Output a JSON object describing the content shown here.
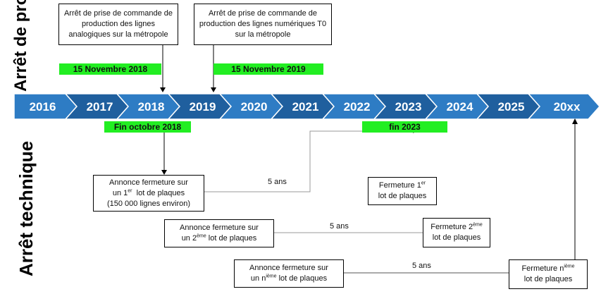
{
  "side_labels": {
    "production": "Arrêt de production",
    "technique": "Arrêt technique"
  },
  "timeline": {
    "years": [
      "2016",
      "2017",
      "2018",
      "2019",
      "2020",
      "2021",
      "2022",
      "2023",
      "2024",
      "2025",
      "20xx"
    ],
    "colors": {
      "dark": "#1f5f9e",
      "light": "#2e7cc4"
    }
  },
  "top_boxes": {
    "analog": "Arrêt de prise de commande de production des lignes analogiques sur la métropole",
    "numeric": "Arrêt de prise de commande de production des lignes  numériques T0 sur la métropole"
  },
  "green_bars": {
    "nov2018": "15 Novembre 2018",
    "nov2019": "15 Novembre 2019",
    "oct2018": "Fin octobre 2018",
    "fin2023": "fin 2023",
    "color": "#22ee22"
  },
  "boxes": {
    "announce1": {
      "l1": "Annonce fermeture sur",
      "l2a": "un 1",
      "sup": "er",
      "l2b": "  lot de plaques",
      "l3": "(150 000 lignes environ)"
    },
    "close1": {
      "l1a": "Fermeture 1",
      "sup": "er",
      "l2": "lot de plaques"
    },
    "announce2": {
      "l1": "Annonce fermeture sur",
      "l2a": "un 2",
      "sup": "ème",
      "l2b": " lot de plaques"
    },
    "close2": {
      "l1a": "Fermeture 2",
      "sup": "ème",
      "l2": "lot de plaques"
    },
    "announceN": {
      "l1": "Annonce fermeture sur",
      "l2a": "un n",
      "sup": "ième",
      "l2b": " lot de plaques"
    },
    "closeN": {
      "l1a": "Fermeture n",
      "sup": "ième",
      "l2": "lot de plaques"
    }
  },
  "durations": {
    "d1": "5 ans",
    "d2": "5 ans",
    "d3": "5 ans"
  }
}
